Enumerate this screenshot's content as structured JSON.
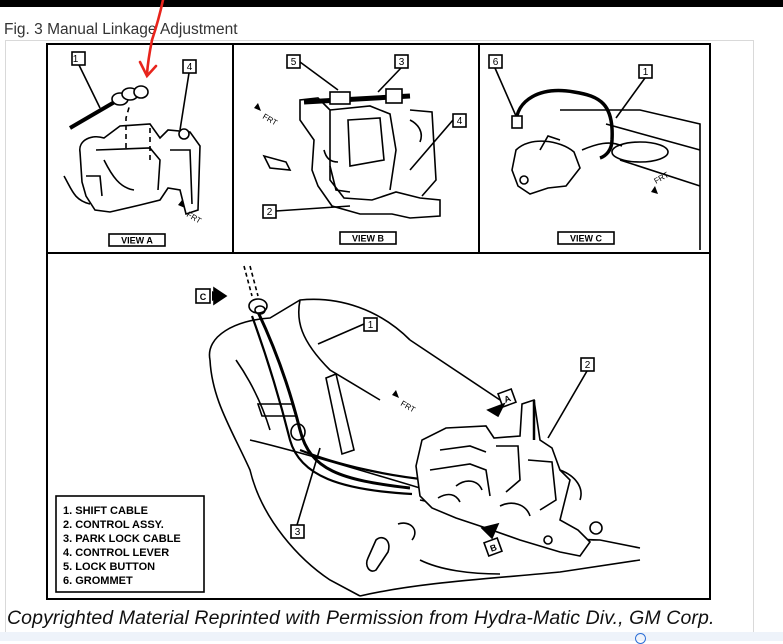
{
  "figure": {
    "title": "Fig. 3 Manual Linkage Adjustment",
    "copyright": "Copyrighted Material Reprinted with Permission from Hydra-Matic Div., GM Corp."
  },
  "views": {
    "a": {
      "label": "VIEW A",
      "callouts": [
        "1",
        "4"
      ],
      "direction": "FRT"
    },
    "b": {
      "label": "VIEW B",
      "callouts": [
        "5",
        "3",
        "4",
        "2"
      ],
      "direction": "FRT"
    },
    "c": {
      "label": "VIEW C",
      "callouts": [
        "6",
        "1"
      ],
      "direction": "FRT"
    },
    "main": {
      "callouts": [
        "1",
        "2",
        "3"
      ],
      "direction": "FRT",
      "view_markers": [
        "C",
        "A",
        "B"
      ]
    }
  },
  "legend": {
    "items": [
      "1. SHIFT CABLE",
      "2. CONTROL ASSY.",
      "3. PARK LOCK CABLE",
      "4. CONTROL LEVER",
      "5. LOCK BUTTON",
      "6. GROMMET"
    ]
  },
  "annotation": {
    "arrow_color": "#e8241c"
  }
}
